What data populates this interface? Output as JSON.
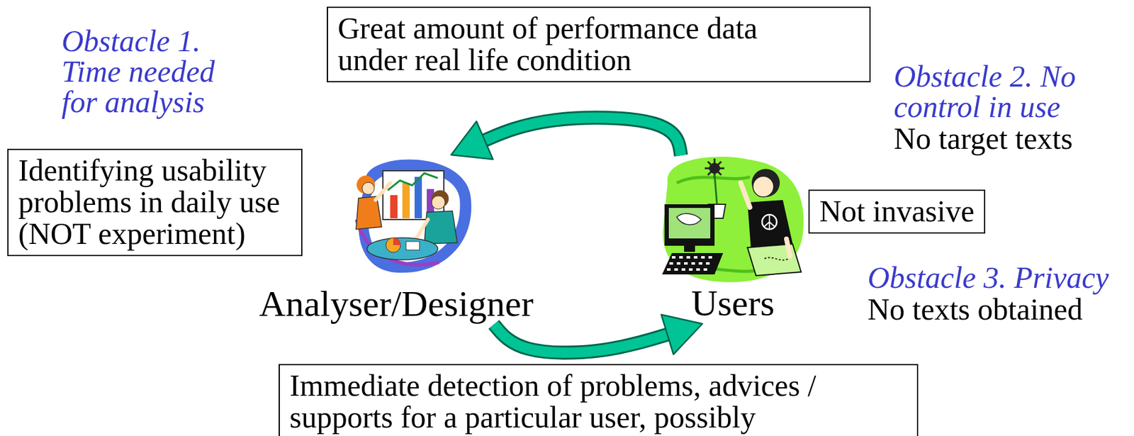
{
  "diagram": {
    "nodes": [
      {
        "text": [
          "Great amount of performance data under real life condition"
        ]
      },
      {
        "text": [
          "Identifying usability problems in daily use (NOT experiment)"
        ]
      },
      {
        "text": [
          "Analyser/Designer"
        ]
      },
      {
        "text": [
          "Users"
        ]
      },
      {
        "text": [
          "Not invasive"
        ]
      },
      {
        "text": [
          "Immediate detection of problems, advices / supports for a particular user, possibly"
        ]
      }
    ],
    "edges": [
      {
        "from": 3,
        "to": 2,
        "arrow": "to"
      },
      {
        "from": 2,
        "to": 3,
        "arrow": "to"
      }
    ],
    "labels": [
      "Obstacle 1. Time needed for analysis",
      "Obstacle 2. No control in use",
      "No target texts",
      "Obstacle 3. Privacy",
      "No texts obtained"
    ]
  }
}
